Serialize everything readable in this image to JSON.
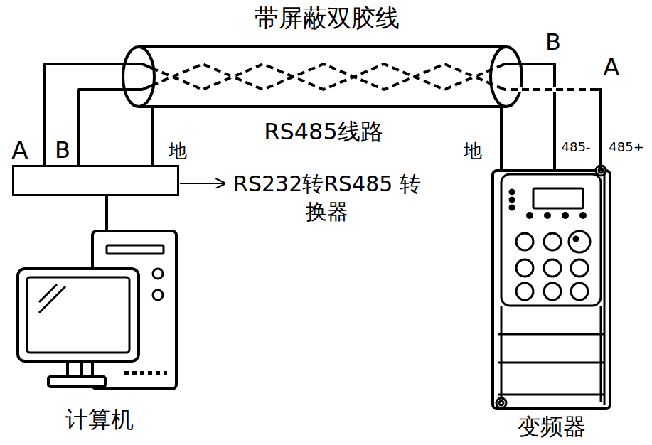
{
  "diagram": {
    "title": "带屏蔽双胶线",
    "nodes": [
      {
        "text": [
          "RS232转RS485 转换器"
        ]
      },
      {
        "text": [
          "计算机"
        ]
      },
      {
        "text": [
          "变频器"
        ]
      }
    ],
    "edges": [
      {
        "from": 0,
        "to": 1,
        "arrow": "none"
      },
      {
        "from": 0,
        "to": 2,
        "arrow": "none"
      },
      {
        "from": 0,
        "to": 2,
        "arrow": "none"
      },
      {
        "from": 0,
        "to": 2,
        "arrow": "none"
      }
    ],
    "labels": [
      "A",
      "B",
      "地",
      "RS485线路",
      "B",
      "A",
      "地",
      "485-",
      "485+"
    ]
  }
}
